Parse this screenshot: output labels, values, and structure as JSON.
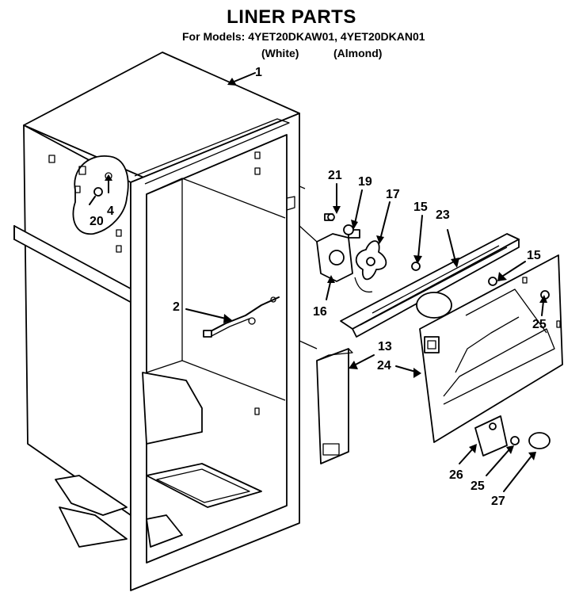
{
  "header": {
    "title": "LINER PARTS",
    "models_line": "For Models: 4YET20DKAW01, 4YET20DKAN01",
    "variant_white": "(White)",
    "variant_almond": "(Almond)"
  },
  "callouts": [
    {
      "id": "c1",
      "label": "1"
    },
    {
      "id": "c2",
      "label": "2"
    },
    {
      "id": "c4",
      "label": "4"
    },
    {
      "id": "c13",
      "label": "13"
    },
    {
      "id": "c15a",
      "label": "15"
    },
    {
      "id": "c15b",
      "label": "15"
    },
    {
      "id": "c16",
      "label": "16"
    },
    {
      "id": "c17",
      "label": "17"
    },
    {
      "id": "c19",
      "label": "19"
    },
    {
      "id": "c20",
      "label": "20"
    },
    {
      "id": "c21",
      "label": "21"
    },
    {
      "id": "c23",
      "label": "23"
    },
    {
      "id": "c24",
      "label": "24"
    },
    {
      "id": "c25a",
      "label": "25"
    },
    {
      "id": "c25b",
      "label": "25"
    },
    {
      "id": "c26",
      "label": "26"
    },
    {
      "id": "c27",
      "label": "27"
    }
  ]
}
